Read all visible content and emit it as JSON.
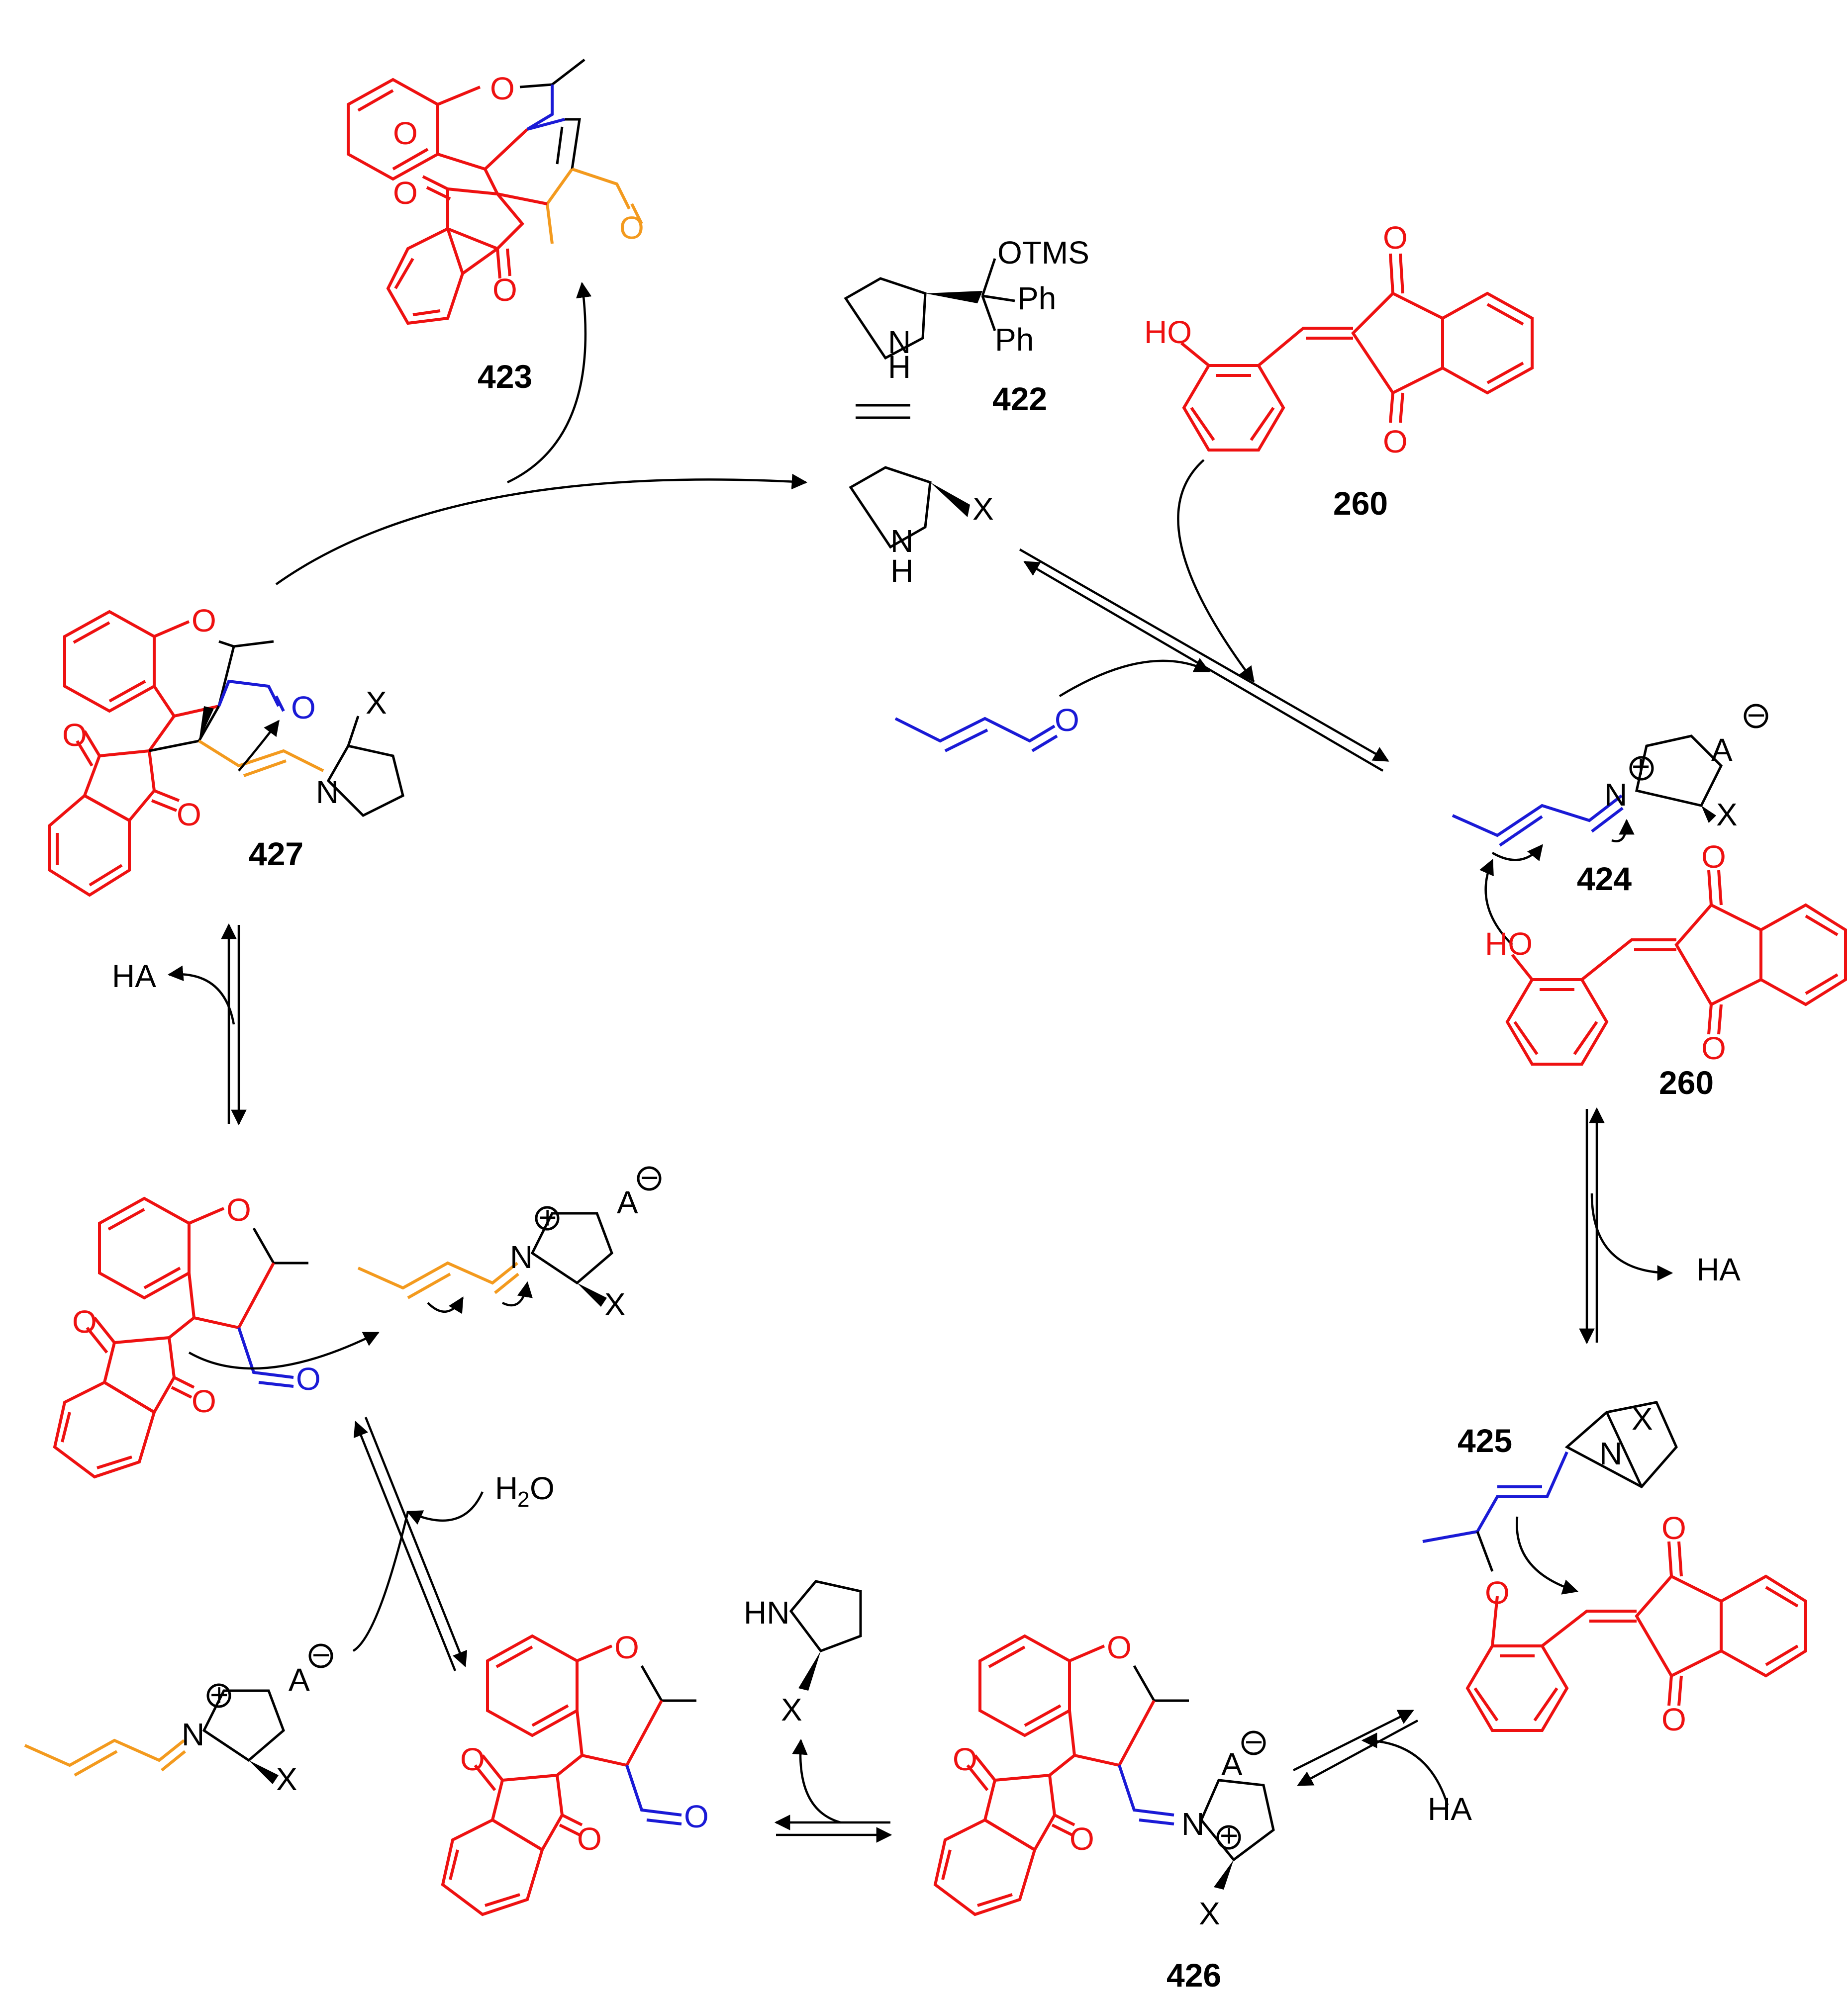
{
  "colors": {
    "black": "#000000",
    "red": "#ee1111",
    "blue": "#1a1ad6",
    "orange": "#f39a1e"
  },
  "compounds": {
    "c423": "423",
    "c422": "422",
    "c260_top": "260",
    "c424": "424",
    "c260_right": "260",
    "c425": "425",
    "c426": "426",
    "c427": "427"
  },
  "atoms": {
    "otms": "OTMS",
    "ph1": "Ph",
    "ph2": "Ph",
    "nh_n": "N",
    "nh_h": "H",
    "x": "X",
    "o": "O",
    "n": "N",
    "ho": "HO",
    "hn": "HN",
    "a": "A",
    "plus": "+",
    "minus": "−",
    "h2o_h": "H",
    "h2o_2": "2",
    "h2o_o": "O"
  },
  "reagents": {
    "ha_left": "HA",
    "ha_right": "HA",
    "ha_bottom": "HA"
  }
}
